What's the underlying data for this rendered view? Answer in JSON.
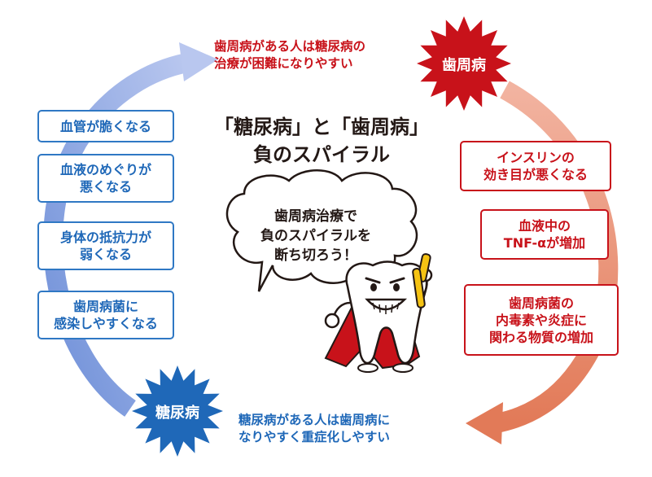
{
  "title": "「糖尿病」と「歯周病」\n負のスパイラル",
  "stars": {
    "periodontal": "歯周病",
    "diabetes": "糖尿病"
  },
  "notes": {
    "top": "歯周病がある人は糖尿病の\n治療が困難になりやすい",
    "bottom": "糖尿病がある人は歯周病に\nなりやすく重症化しやすい"
  },
  "left_effects": [
    "血管が脆くなる",
    "血液のめぐりが\n悪くなる",
    "身体の抵抗力が\n弱くなる",
    "歯周病菌に\n感染しやすくなる"
  ],
  "right_effects": [
    "インスリンの\n効き目が悪くなる",
    "血液中の\nTNF-αが増加",
    "歯周病菌の\n内毒素や炎症に\n関わる物質の増加"
  ],
  "bubble": "歯周病治療で\n負のスパイラルを\n断ち切ろう！",
  "colors": {
    "blue": "#2f78c4",
    "red": "#c8121a",
    "arrow_blue": "#9fb3e2",
    "arrow_orange": "#e88a6c",
    "text_dark": "#231815"
  }
}
